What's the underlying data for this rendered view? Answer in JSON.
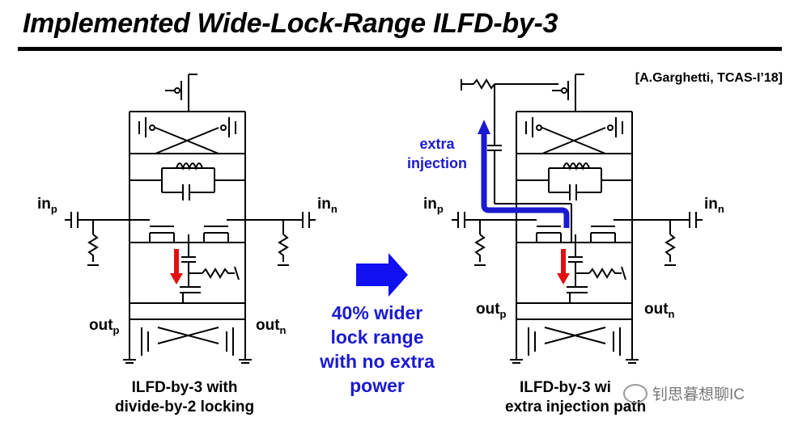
{
  "title": "Implemented Wide-Lock-Range ILFD-by-3",
  "reference": "[A.Garghetti, TCAS-I’18]",
  "left_circuit": {
    "in_p": {
      "base": "in",
      "sub": "p"
    },
    "in_n": {
      "base": "in",
      "sub": "n"
    },
    "out_p": {
      "base": "out",
      "sub": "p"
    },
    "out_n": {
      "base": "out",
      "sub": "n"
    },
    "caption_line1": "ILFD-by-3 with",
    "caption_line2": "divide-by-2 locking"
  },
  "right_circuit": {
    "in_p": {
      "base": "in",
      "sub": "p"
    },
    "in_n": {
      "base": "in",
      "sub": "n"
    },
    "out_p": {
      "base": "out",
      "sub": "p"
    },
    "out_n": {
      "base": "out",
      "sub": "n"
    },
    "extra_line1": "extra",
    "extra_line2": "injection",
    "caption_line1": "ILFD-by-3 wi",
    "caption_line2": "extra injection path"
  },
  "middle": {
    "line1": "40% wider",
    "line2": "lock range",
    "line3": "with no extra",
    "line4": "power"
  },
  "watermark": "钊思暮想聊IC",
  "colors": {
    "blue": "#1a1ad0",
    "red": "#e01010",
    "arrow_blue": "#1010f0"
  }
}
